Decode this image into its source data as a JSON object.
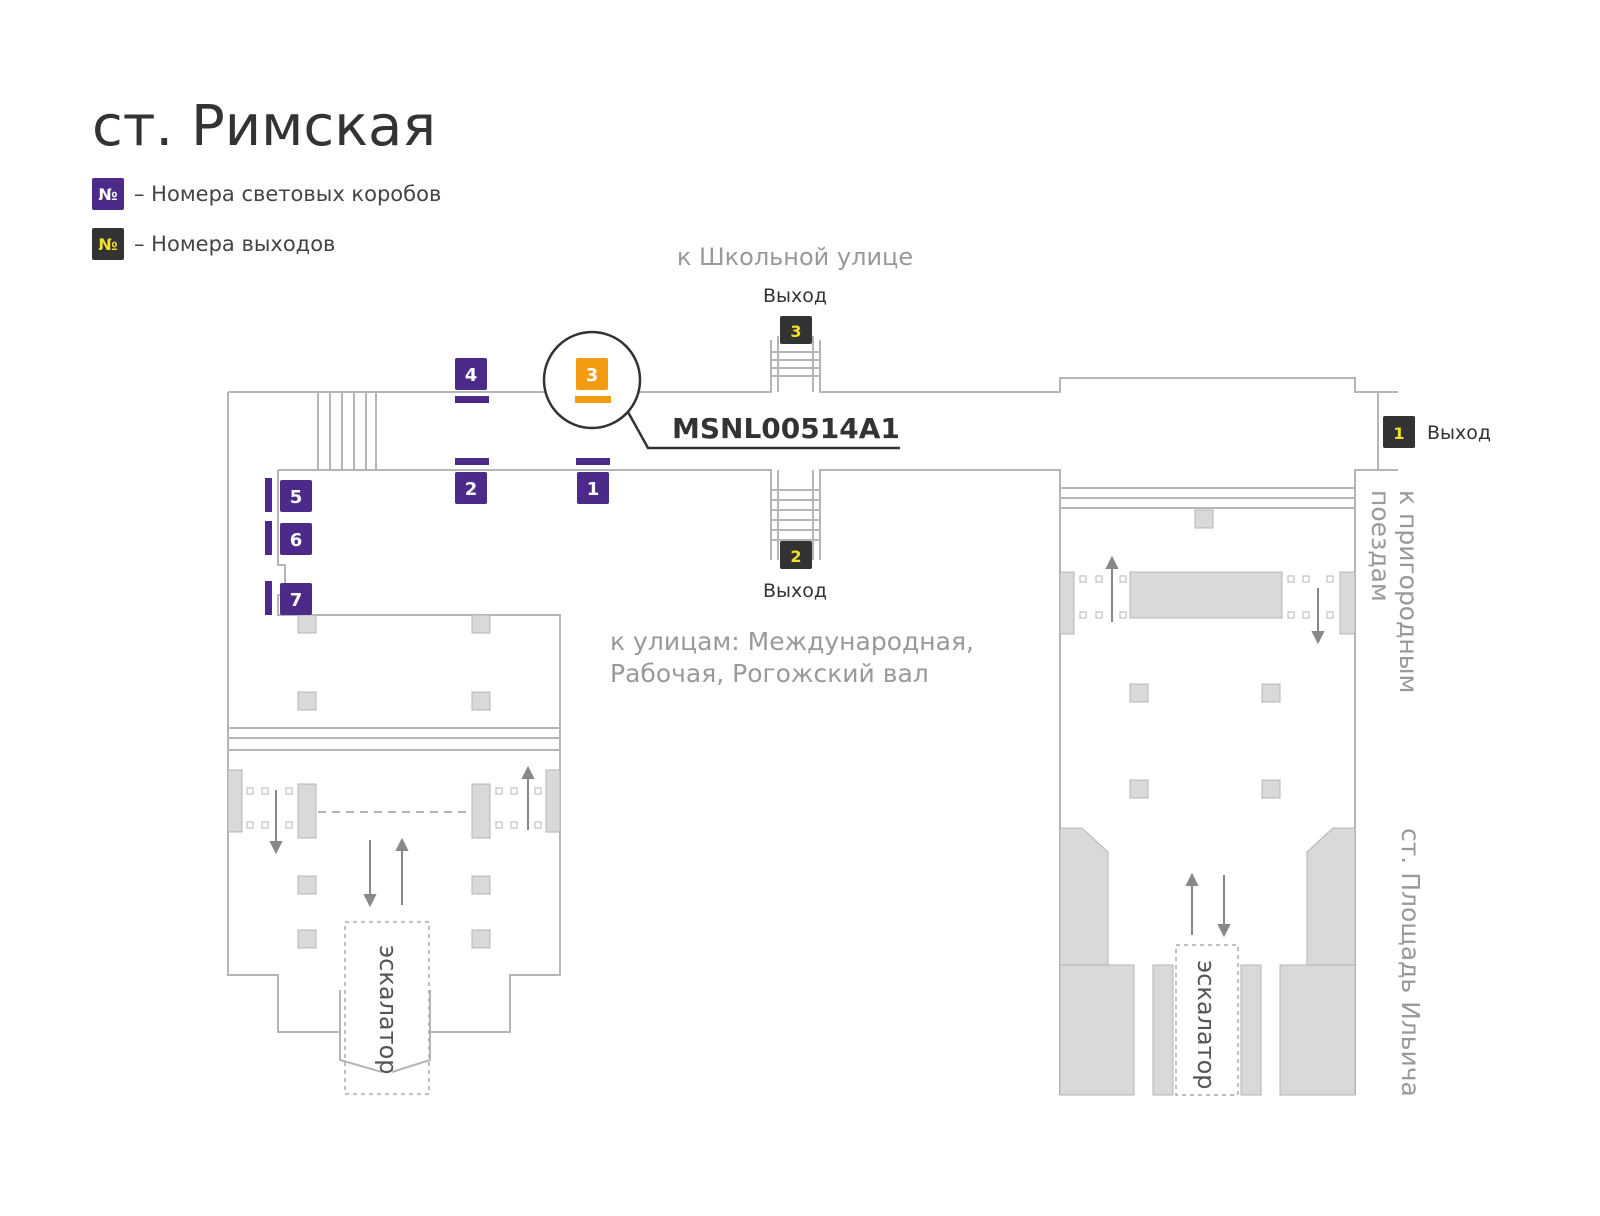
{
  "title": "ст. Римская",
  "legend": {
    "badge_symbol": "№",
    "lightbox_label": "– Номера световых коробов",
    "exit_label": "– Номера выходов"
  },
  "colors": {
    "lightbox": "#4b2a8a",
    "exit_bg": "#333333",
    "exit_text": "#f3e02a",
    "highlight": "#f39c12",
    "wall": "#b5b5b5",
    "fill": "#d9d9d9",
    "text_gray": "#999999",
    "text_dark": "#333333"
  },
  "directions": {
    "to_shkolnaya": "к Школьной улице",
    "to_streets_line1": "к улицам: Международная,",
    "to_streets_line2": "Рабочая, Рогожский вал",
    "to_suburban_line1": "к пригородным",
    "to_suburban_line2": "поездам",
    "to_ploshchad": "ст. Площадь Ильича"
  },
  "exits": [
    {
      "number": "3",
      "label": "Выход"
    },
    {
      "number": "2",
      "label": "Выход"
    },
    {
      "number": "1",
      "label": "Выход"
    }
  ],
  "lightboxes": [
    "4",
    "3",
    "2",
    "1",
    "5",
    "6",
    "7"
  ],
  "highlighted_lightbox": "3",
  "highlight_code": "MSNL00514A1",
  "escalator_label": "эскалатор"
}
